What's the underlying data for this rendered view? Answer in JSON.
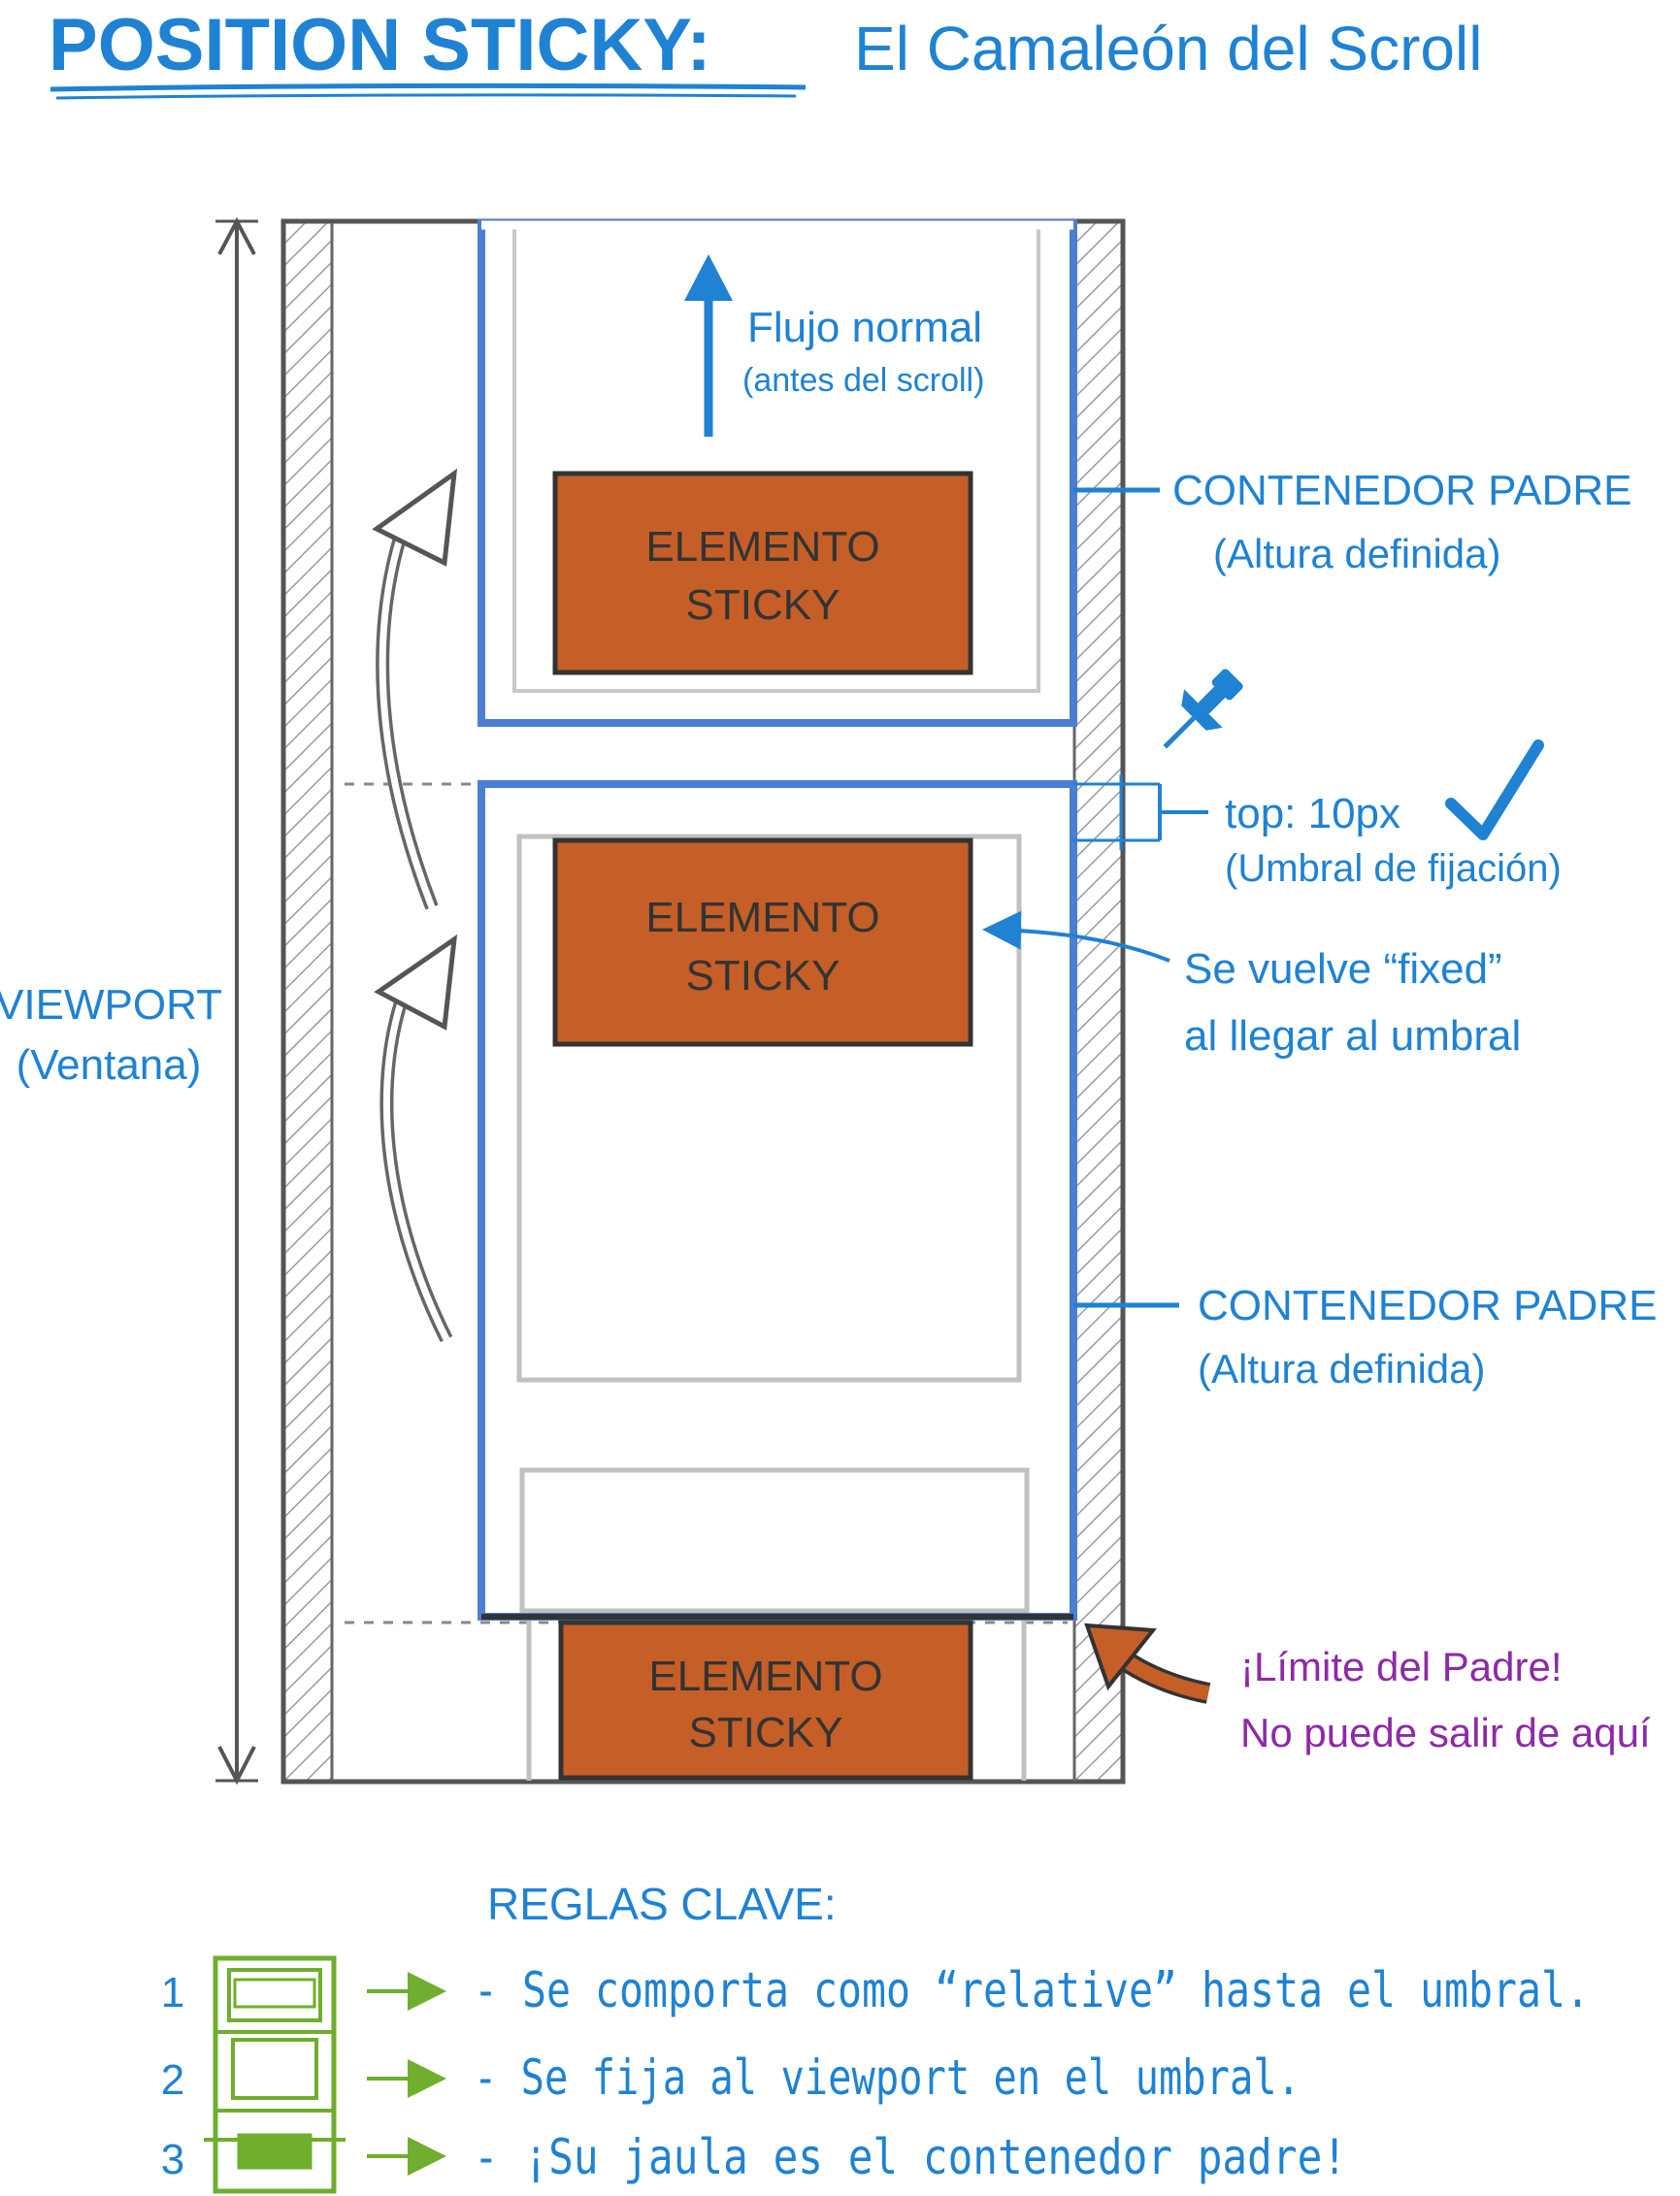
{
  "title": {
    "main": "POSITION STICKY:",
    "sub": "El Camaleón del Scroll"
  },
  "viewport": {
    "line1": "VIEWPORT",
    "line2": "(Ventana)"
  },
  "flow": {
    "line1": "Flujo normal",
    "line2": "(antes del scroll)"
  },
  "sticky_label": {
    "line1": "ELEMENTO",
    "line2": "STICKY"
  },
  "parent_top": {
    "line1": "CONTENEDOR PADRE",
    "line2": "(Altura definida)"
  },
  "parent_mid": {
    "line1": "CONTENEDOR PADRE",
    "line2": "(Altura definida)"
  },
  "threshold": {
    "line1": "top: 10px",
    "line2": "(Umbral de fijación)"
  },
  "fixed_note": {
    "line1": "Se vuelve “fixed”",
    "line2": "al llegar al umbral"
  },
  "limit": {
    "line1": "¡Límite del Padre!",
    "line2": "No puede salir de aquí"
  },
  "rules": {
    "heading": "REGLAS CLAVE:",
    "items": [
      {
        "num": "1",
        "text": "- Se comporta como “relative” hasta el umbral."
      },
      {
        "num": "2",
        "text": "- Se fija al viewport en el umbral."
      },
      {
        "num": "3",
        "text": "- ¡Su jaula es el contenedor padre!"
      }
    ]
  },
  "colors": {
    "blue": "#1f82d3",
    "container_blue": "#4a7fd4",
    "sticky_orange": "#c55f27",
    "purple": "#8e2aa6",
    "green": "#6fae2e",
    "gray": "#555555"
  },
  "icons": [
    "pushpin-icon",
    "checkmark-icon",
    "arrow-up-icon",
    "curved-arrow-icon"
  ]
}
